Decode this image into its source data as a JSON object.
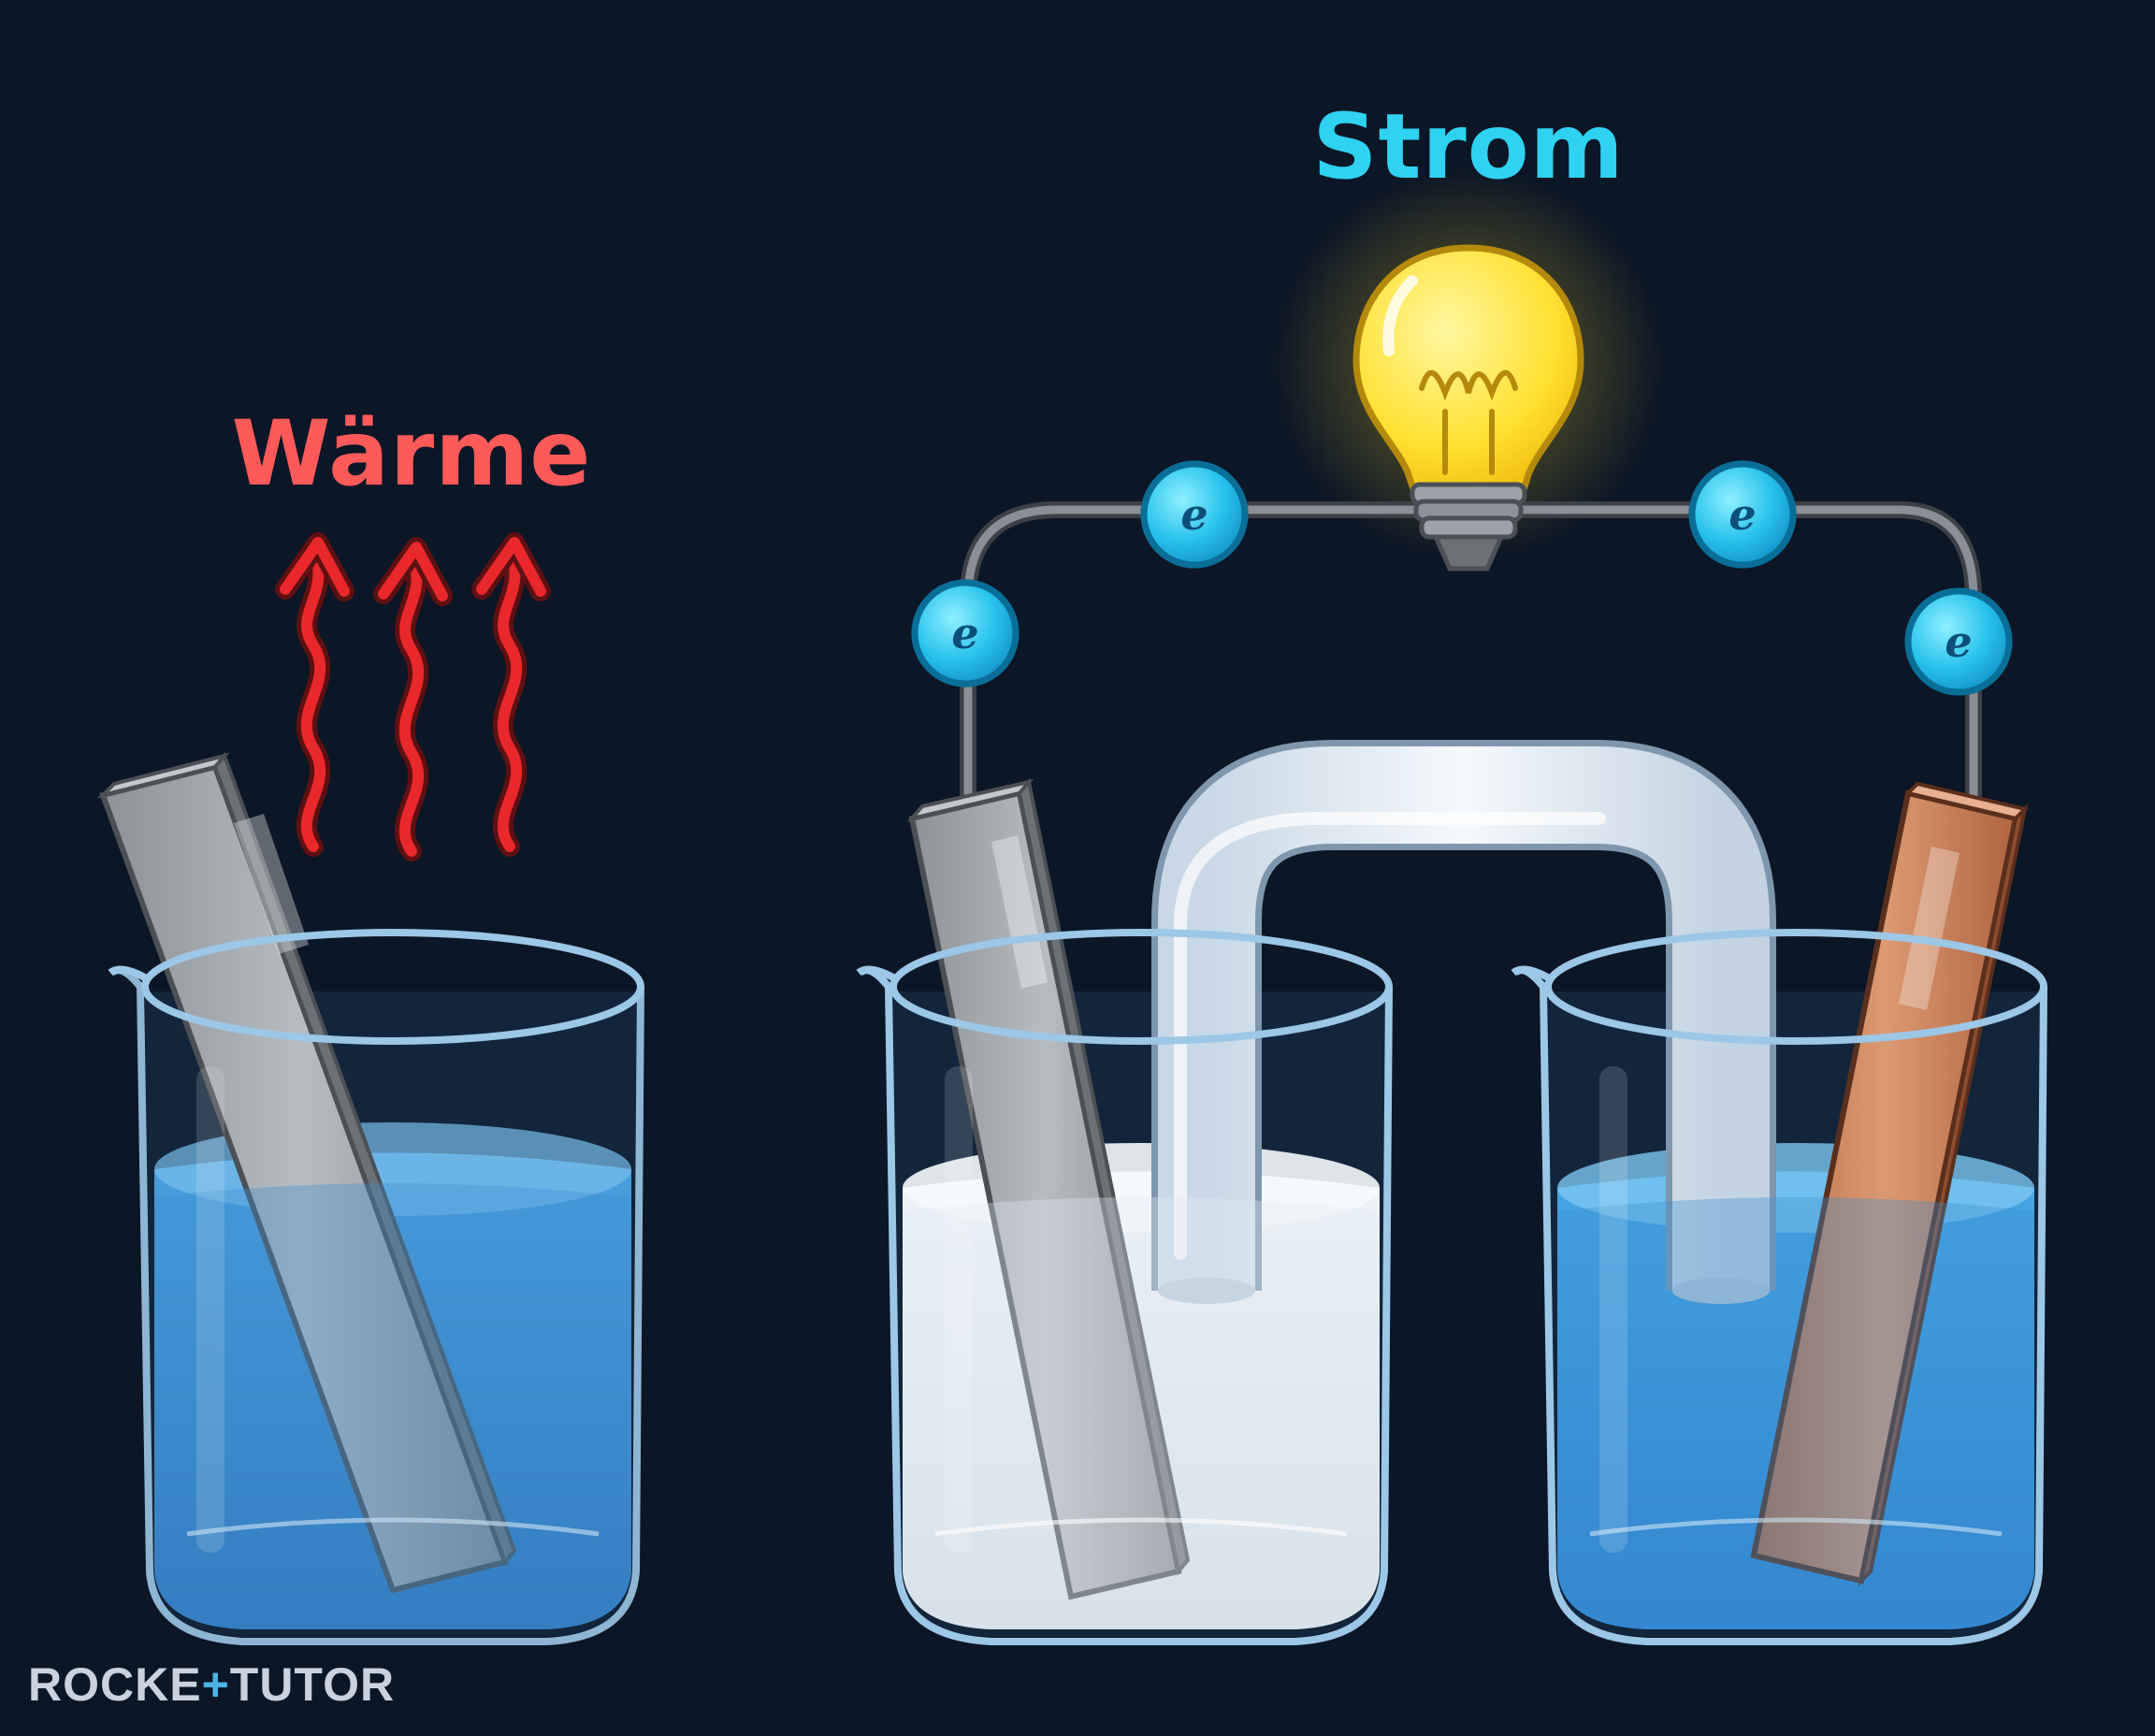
{
  "labels": {
    "heat": "Wärme",
    "current": "Strom",
    "electron": "e"
  },
  "logo": {
    "left": "ROCKE",
    "mark": "+",
    "right": "TUTOR"
  },
  "colors": {
    "background": "#0b1626",
    "heat_label": "#ff5a5a",
    "current_label": "#2fd2f0",
    "heat_arrows": "#e8282b",
    "electron": "#27c2ec",
    "bulb": "#ffe24a",
    "wire": "#8a8f96",
    "zinc_electrode": "#9aa0a6",
    "copper_electrode": "#c47a52",
    "blue_solution": "#3f8fd1",
    "clear_solution": "#dfe9f1",
    "salt_bridge": "#e6eef5"
  },
  "icons": [
    "heat-arrow-icon",
    "light-bulb-icon",
    "electron-icon",
    "beaker-icon",
    "salt-bridge-icon"
  ]
}
